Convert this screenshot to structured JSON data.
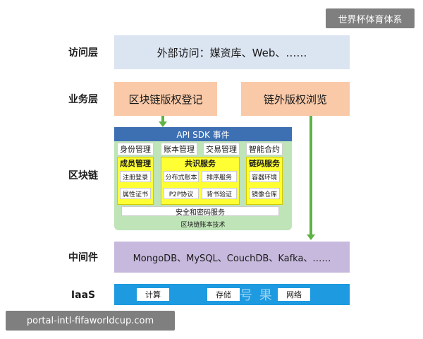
{
  "badge": "世界杯体育体系",
  "url_banner": "portal-intl-fifaworldcup.com",
  "layers": {
    "access": "访问层",
    "business": "业务层",
    "blockchain": "区块链",
    "middleware": "中间件",
    "iaas": "IaaS"
  },
  "access_box": "外部访问：媒资库、Web、……",
  "business": {
    "left": "区块链版权登记",
    "right": "链外版权浏览"
  },
  "blockchain": {
    "api_bar": "API SDK 事件",
    "tabs": [
      "身份管理",
      "账本管理",
      "交易管理",
      "智能合约"
    ],
    "member": {
      "title": "成员管理",
      "items": [
        "注册登录",
        "属性证书"
      ]
    },
    "consensus": {
      "title": "共识服务",
      "items": [
        "分布式账本",
        "排序服务",
        "P2P协议",
        "背书验证"
      ]
    },
    "chaincode": {
      "title": "链码服务",
      "items": [
        "容器环境",
        "镜像仓库"
      ]
    },
    "security": "安全和密码服务",
    "ledger_tech": "区块链账本技术"
  },
  "middleware_box": "MongoDB、MySQL、CouchDB、Kafka、……",
  "iaas": {
    "items": [
      "计算",
      "存储",
      "网络"
    ]
  },
  "watermark": "家号     果",
  "colors": {
    "access": "#dbe4f1",
    "business": "#f9c9a8",
    "api": "#3d6fb3",
    "blockchain_bg": "#bfe4b8",
    "yellow": "#ffff33",
    "middleware": "#c7b9dd",
    "iaas": "#1e9ae0",
    "arrow": "#5db344"
  }
}
